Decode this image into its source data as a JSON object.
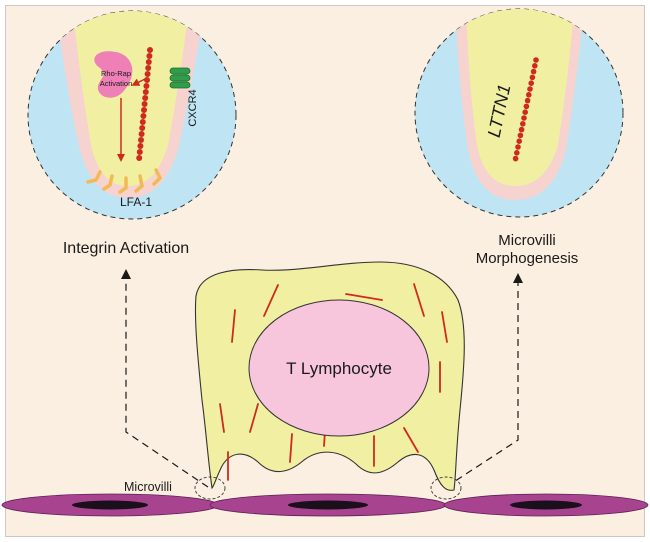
{
  "labels": {
    "rho_rap": [
      "Rho-Rap",
      "Activation"
    ],
    "cxcr4": "CXCR4",
    "lfa1": "LFA-1",
    "lttn1": "LTTN1",
    "integrin_activation": "Integrin Activation",
    "microvilli_morphogenesis": [
      "Microvilli",
      "Morphogenesis"
    ],
    "t_lymphocyte": "T Lymphocyte",
    "microvilli": "Microvilli"
  },
  "colors": {
    "background": "#fbefe1",
    "zoom_circle": "#bfe4f4",
    "microvillus_fill": "#f1f0a2",
    "membrane": "#f6d3cf",
    "cell_body": "#f1f0a2",
    "nucleus": "#f7c6dc",
    "rho_rap_blob": "#ee7fb7",
    "cxcr4": "#2f9e4a",
    "lfa1": "#f2b955",
    "actin": "#cf2a1e",
    "endothelial_cell": "#a8438f",
    "endothelial_nucleus": "#1a0f1a",
    "arrows": "#1a1a1a"
  }
}
